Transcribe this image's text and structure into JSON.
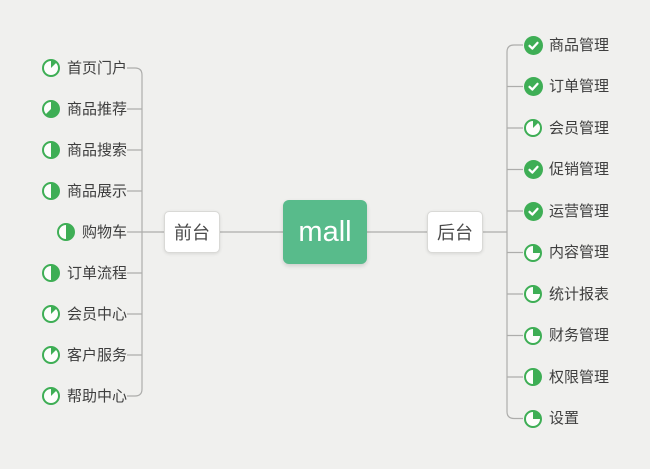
{
  "colors": {
    "background": "#f0f0ee",
    "line": "#adadab",
    "green": "#3eae55",
    "center_bg": "#58bb8b",
    "node_border": "#d9d9d6",
    "text": "#3e3e3e"
  },
  "center": {
    "label": "mall"
  },
  "branches": {
    "left": {
      "label": "前台",
      "items": [
        {
          "label": "首页门户",
          "progress": "1/8"
        },
        {
          "label": "商品推荐",
          "progress": "5/8"
        },
        {
          "label": "商品搜索",
          "progress": "1/2"
        },
        {
          "label": "商品展示",
          "progress": "1/2"
        },
        {
          "label": "购物车",
          "progress": "1/2"
        },
        {
          "label": "订单流程",
          "progress": "1/2"
        },
        {
          "label": "会员中心",
          "progress": "1/8"
        },
        {
          "label": "客户服务",
          "progress": "1/8"
        },
        {
          "label": "帮助中心",
          "progress": "1/8"
        }
      ]
    },
    "right": {
      "label": "后台",
      "items": [
        {
          "label": "商品管理",
          "progress": "done"
        },
        {
          "label": "订单管理",
          "progress": "done"
        },
        {
          "label": "会员管理",
          "progress": "1/8"
        },
        {
          "label": "促销管理",
          "progress": "done"
        },
        {
          "label": "运营管理",
          "progress": "done"
        },
        {
          "label": "内容管理",
          "progress": "1/4"
        },
        {
          "label": "统计报表",
          "progress": "1/4"
        },
        {
          "label": "财务管理",
          "progress": "1/4"
        },
        {
          "label": "权限管理",
          "progress": "1/2"
        },
        {
          "label": "设置",
          "progress": "1/4"
        }
      ]
    }
  }
}
